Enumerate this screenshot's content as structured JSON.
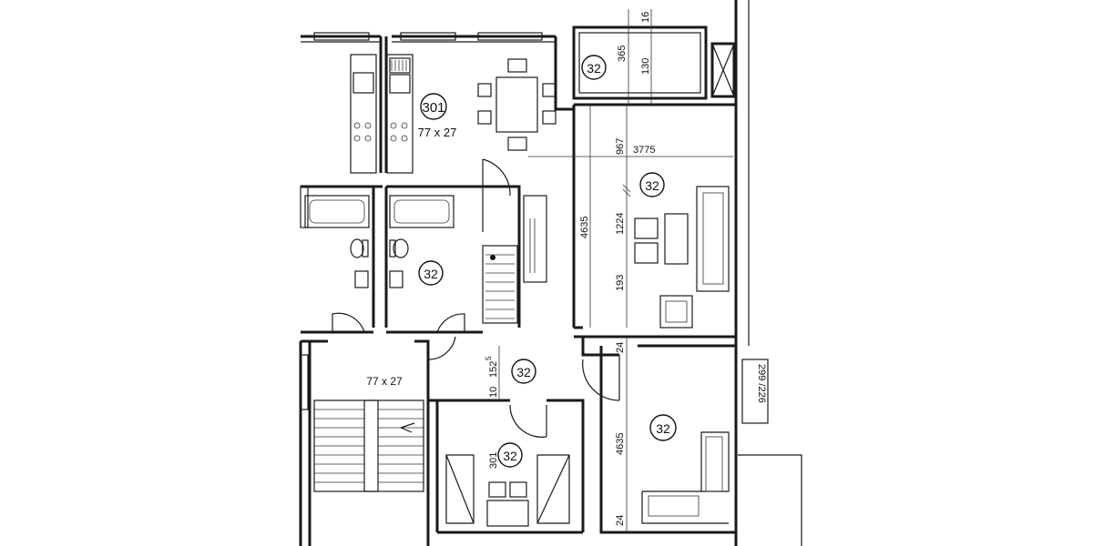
{
  "rooms": {
    "kitchen_number": "301",
    "kitchen_size": "77 x 27",
    "stair_size": "77 x 27",
    "badge": "32"
  },
  "dims": {
    "d16": "16",
    "d365": "365",
    "d130": "130",
    "d967": "967",
    "d3775": "3775",
    "d4635a": "4635",
    "d1224": "1224",
    "d193": "193",
    "d24a": "24",
    "d1525": "152",
    "d1525_sup": "5",
    "d10": "10",
    "d299": "299 /226",
    "d4635b": "4635",
    "d301": "301",
    "d24b": "24"
  }
}
